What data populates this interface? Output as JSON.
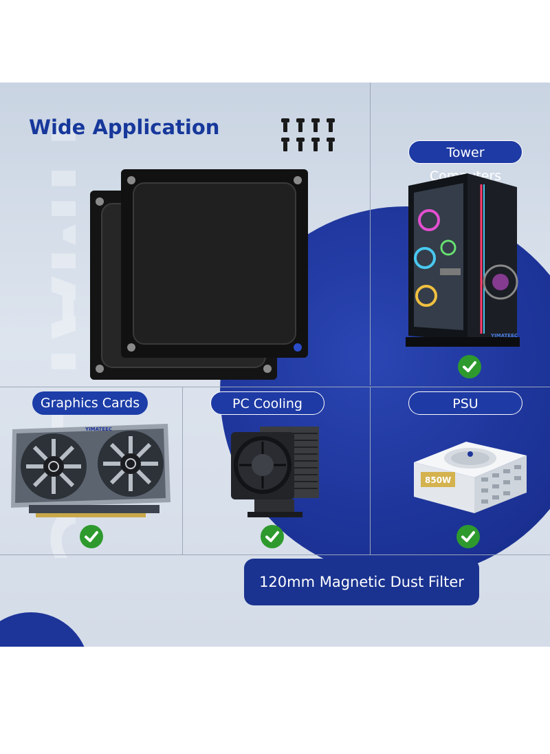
{
  "title": "Wide Application",
  "labels": {
    "tower": "Tower Computers",
    "gpu": "Graphics Cards",
    "cooling": "PC Cooling",
    "psu": "PSU"
  },
  "watermark": "YIMATEEC",
  "gpu_brand": "YIMATEEC",
  "psu_badge": "850W",
  "cta": "120mm Magnetic Dust Filter",
  "icons": [
    "check-icon",
    "screw-icon"
  ],
  "colors": {
    "brand_blue": "#1d3499",
    "check_green": "#2e9a2e",
    "background": "#d4dce8"
  }
}
